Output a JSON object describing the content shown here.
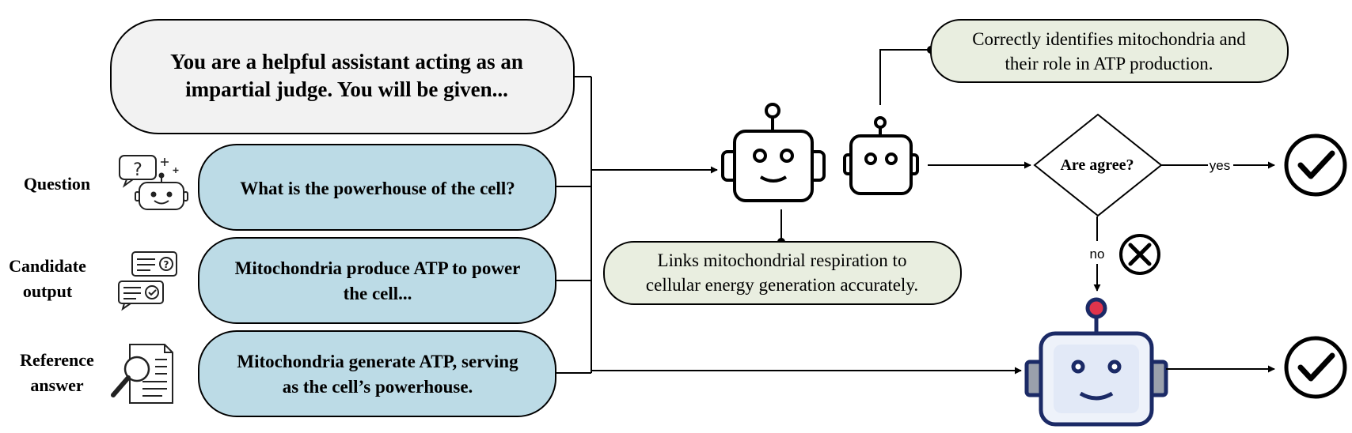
{
  "system_prompt": {
    "line1": "You are a helpful assistant acting as an",
    "line2": "impartial judge. You will be given..."
  },
  "inputs": {
    "question": {
      "label": "Question",
      "text": "What is the powerhouse of the cell?"
    },
    "candidate": {
      "label_line1": "Candidate",
      "label_line2": "output",
      "text_line1": "Mitochondria produce ATP to power",
      "text_line2": "the cell..."
    },
    "reference": {
      "label_line1": "Reference",
      "label_line2": "answer",
      "text_line1": "Mitochondria generate ATP, serving",
      "text_line2": "as the cell’s powerhouse."
    }
  },
  "rationales": {
    "judge_b": {
      "line1": "Correctly identifies mitochondria and",
      "line2": "their role in ATP production."
    },
    "judge_a": {
      "line1": "Links mitochondrial respiration to",
      "line2": "cellular energy generation accurately."
    }
  },
  "decision": {
    "text": "Are agree?",
    "yes_label": "yes",
    "no_label": "no"
  },
  "colors": {
    "system_box": "#f2f2f2",
    "input_box": "#bcdbe6",
    "rationale_box": "#e9eee0",
    "robot_body": "#eef2fa",
    "robot_outline": "#1b2a66",
    "robot_ear": "#9aa0ac",
    "robot_antenna_tip": "#e0344c"
  },
  "icons": [
    "question-robot-icon",
    "chat-check-icon",
    "document-magnifier-icon",
    "robot-judge-icon",
    "robot-judge-small-icon",
    "robot-final-judge-icon",
    "check-circle-icon",
    "x-circle-icon"
  ]
}
